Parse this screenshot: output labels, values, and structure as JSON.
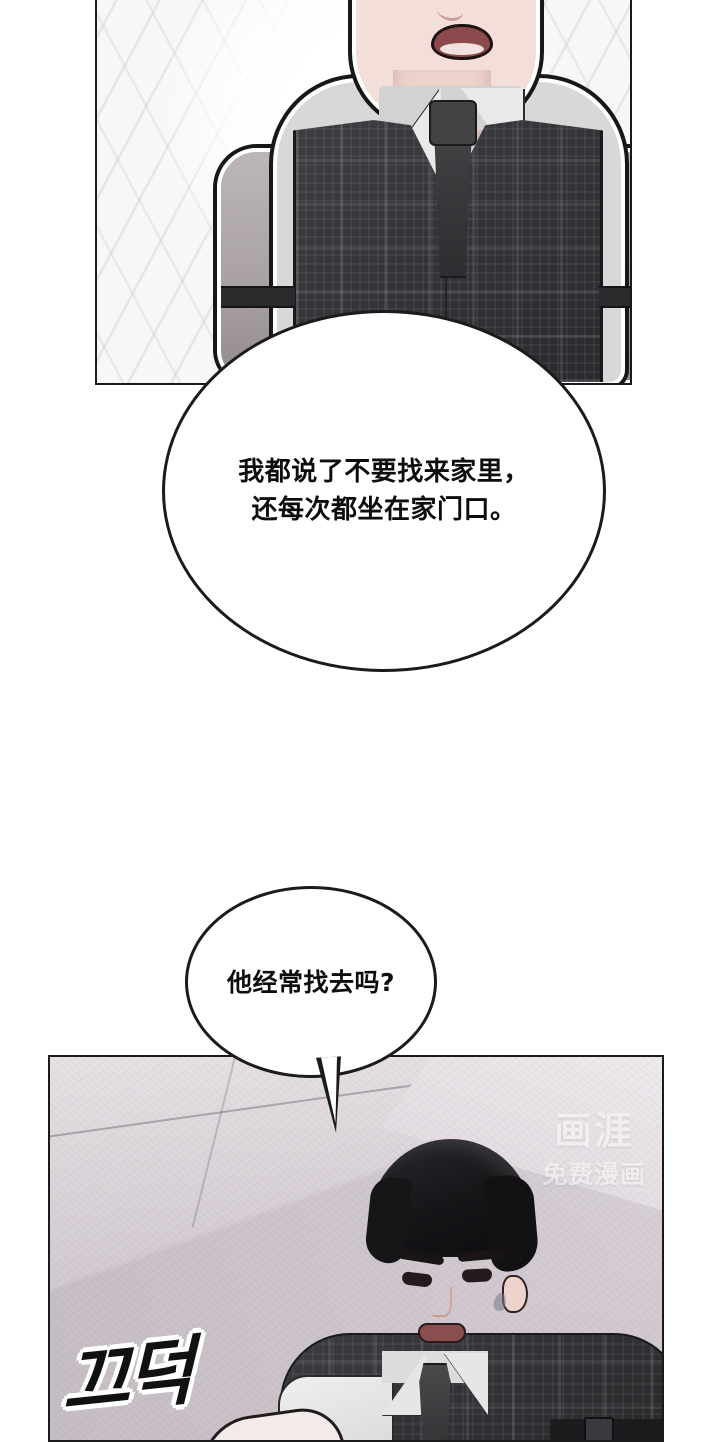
{
  "comic": {
    "type": "webtoon-page",
    "panels": [
      {
        "id": "panel-top",
        "description": "man-in-plaid-vest-speaking"
      },
      {
        "id": "panel-bottom",
        "description": "man-sitting-on-floor-nodding"
      }
    ],
    "bubbles": [
      {
        "id": "bubble-1",
        "text": "我都说了不要找来家里，\n还每次都坐在家门口。",
        "shape": "ellipse",
        "tail": false
      },
      {
        "id": "bubble-2",
        "text": "他经常找去吗?",
        "shape": "ellipse",
        "tail": true
      }
    ],
    "sfx": {
      "label": "끄덕",
      "language": "korean",
      "meaning": "nod"
    },
    "watermark": {
      "logo": "画涯",
      "subtitle": "免费漫画"
    },
    "colors": {
      "page_background": "#ffffff",
      "panel_outline": "#1a1a1a",
      "bubble_fill": "#ffffff",
      "bubble_outline": "#1b1b1b",
      "text": "#0d0d0d",
      "vest_dark": "#343438",
      "shirt_gray": "#d8d8d8",
      "skin": "#f3ded9",
      "hair_black": "#151518",
      "floor_mauve": "#d6ced4",
      "watermark_white": "#ffffff"
    }
  }
}
